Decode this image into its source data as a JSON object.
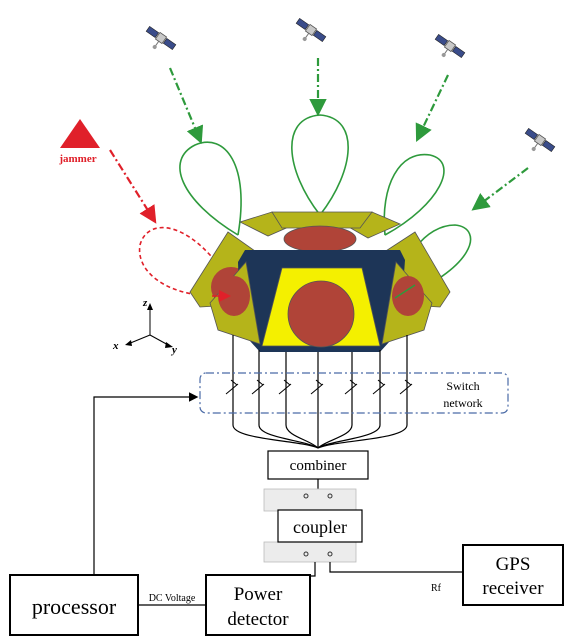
{
  "labels": {
    "jammer": "jammer",
    "axis_x": "x",
    "axis_y": "y",
    "axis_z": "z",
    "switch_network_line1": "Switch",
    "switch_network_line2": "network",
    "combiner": "combiner",
    "coupler": "coupler",
    "gps_receiver_line1": "GPS",
    "gps_receiver_line2": "receiver",
    "processor": "processor",
    "dc_voltage": "DC Voltage",
    "power_detector_line1": "Power",
    "power_detector_line2": "detector",
    "rf": "Rf"
  },
  "colors": {
    "satellite_signal": "#2e9a3c",
    "jammer": "#e0202a",
    "antenna_panel": "#b5b41a",
    "antenna_center": "#f4f000",
    "antenna_frame": "#1d3557",
    "patch": "#b04438",
    "switch_box": "#4a6aa6",
    "line": "#000000"
  },
  "icons": {
    "satellite": "satellite-icon",
    "jammer": "triangle-warning-icon"
  }
}
